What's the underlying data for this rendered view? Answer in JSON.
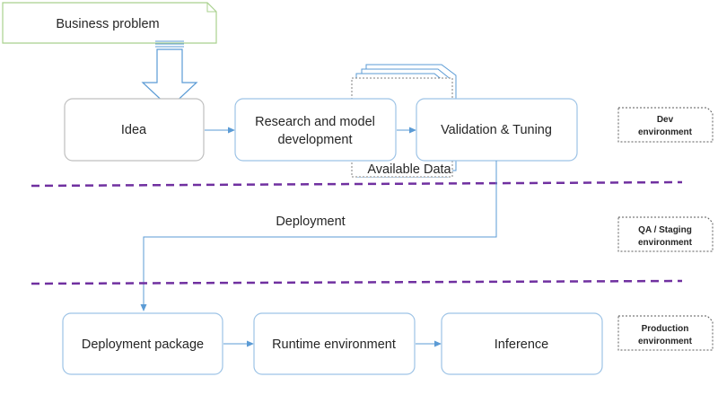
{
  "diagram": {
    "business_problem": "Business problem",
    "stages": {
      "idea": "Idea",
      "research": [
        "Research and model",
        "development"
      ],
      "validation": "Validation & Tuning",
      "available_data": "Available Data",
      "deployment": "Deployment",
      "deployment_package": "Deployment package",
      "runtime_environment": "Runtime environment",
      "inference": "Inference"
    },
    "environments": {
      "dev": [
        "Dev",
        "environment"
      ],
      "qa": [
        "QA / Staging",
        "environment"
      ],
      "production": [
        "Production",
        "environment"
      ]
    },
    "colors": {
      "box_border_blue": "#9dc3e6",
      "box_border_gray": "#bfbfbf",
      "business_border": "#a9d18e",
      "arrow_blue": "#5b9bd5",
      "divider_purple": "#7030a0",
      "env_border": "#595959",
      "text": "#262626"
    }
  }
}
